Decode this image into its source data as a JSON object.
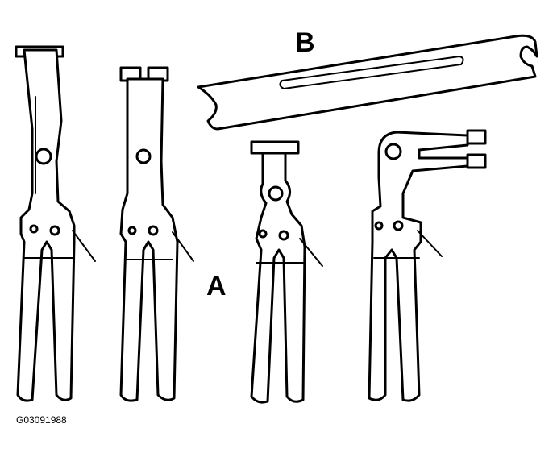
{
  "callouts": {
    "a": "A",
    "b": "B"
  },
  "figure_id": "G03091988",
  "colors": {
    "ink": "#000000",
    "paper": "#ffffff"
  }
}
